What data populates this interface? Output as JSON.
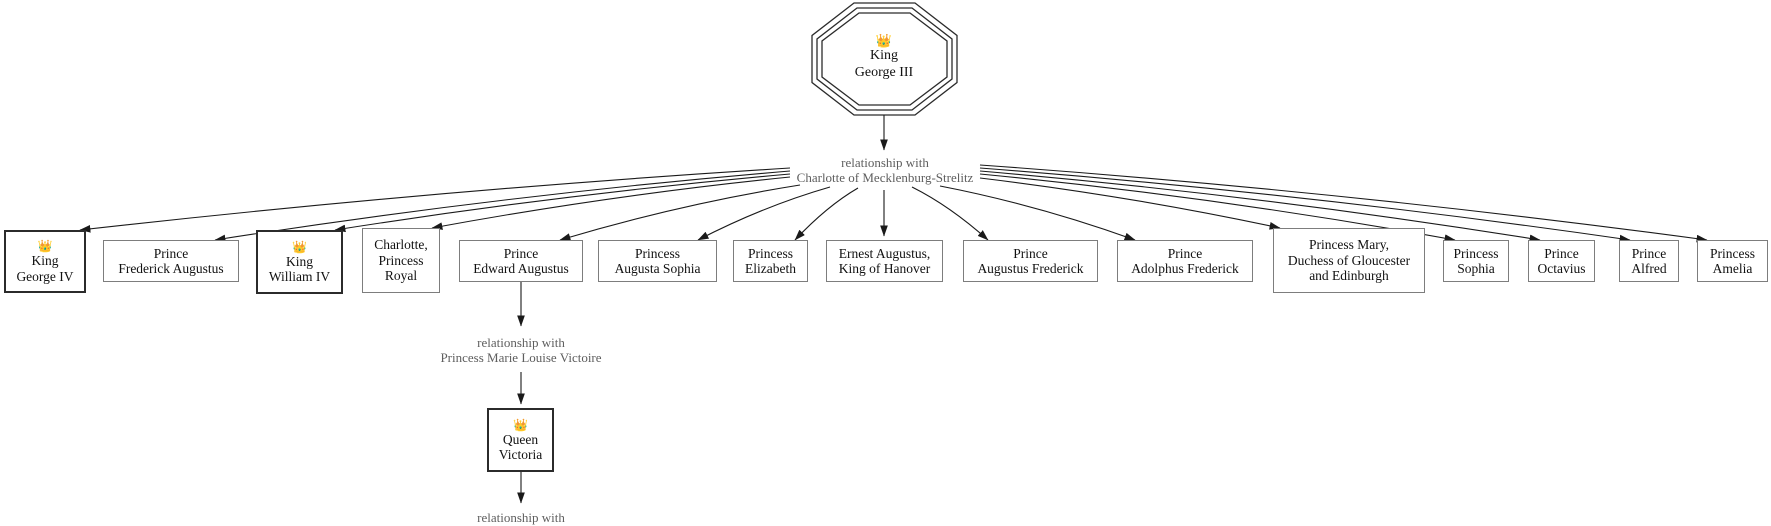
{
  "icons": {
    "crown": "👑"
  },
  "colors": {
    "background": "#ffffff",
    "node_border": "#7d7d7d",
    "royal_node_border": "#2b2b2b",
    "edge_line": "#1a1a1a",
    "edge_label_text": "#5e5e5e",
    "node_text": "#111111",
    "crown_gold": "#f5a623"
  },
  "root": {
    "line1": "King",
    "line2": "George III"
  },
  "edge_labels": {
    "charlotte": {
      "line1": "relationship with",
      "line2": "Charlotte of Mecklenburg-Strelitz"
    },
    "victoire": {
      "line1": "relationship with",
      "line2": "Princess Marie Louise Victoire"
    },
    "bottom_partial": {
      "line1": "relationship with"
    }
  },
  "children": [
    {
      "line1": "King",
      "line2": "George IV",
      "crowned": true
    },
    {
      "line1": "Prince",
      "line2": "Frederick Augustus",
      "crowned": false
    },
    {
      "line1": "King",
      "line2": "William IV",
      "crowned": true
    },
    {
      "line1": "Charlotte,",
      "line2": "Princess",
      "line3": "Royal",
      "crowned": false
    },
    {
      "line1": "Prince",
      "line2": "Edward Augustus",
      "crowned": false
    },
    {
      "line1": "Princess",
      "line2": "Augusta Sophia",
      "crowned": false
    },
    {
      "line1": "Princess",
      "line2": "Elizabeth",
      "crowned": false
    },
    {
      "line1": "Ernest Augustus,",
      "line2": "King of Hanover",
      "crowned": false
    },
    {
      "line1": "Prince",
      "line2": "Augustus Frederick",
      "crowned": false
    },
    {
      "line1": "Prince",
      "line2": "Adolphus Frederick",
      "crowned": false
    },
    {
      "line1": "Princess Mary,",
      "line2": "Duchess of Gloucester",
      "line3": "and Edinburgh",
      "crowned": false
    },
    {
      "line1": "Princess",
      "line2": "Sophia",
      "crowned": false
    },
    {
      "line1": "Prince",
      "line2": "Octavius",
      "crowned": false
    },
    {
      "line1": "Prince",
      "line2": "Alfred",
      "crowned": false
    },
    {
      "line1": "Princess",
      "line2": "Amelia",
      "crowned": false
    }
  ],
  "victoria": {
    "line1": "Queen",
    "line2": "Victoria"
  }
}
